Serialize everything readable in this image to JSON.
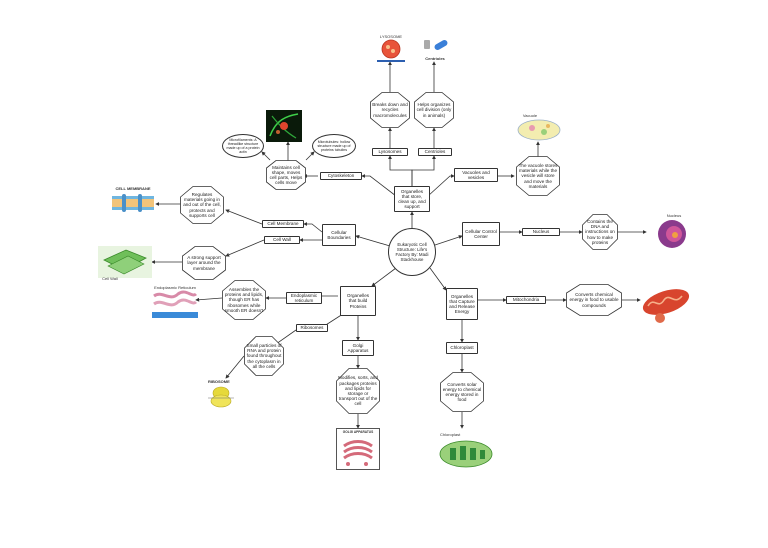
{
  "center": "Eukaryotic Cell Structure: Life's Factory By: Madi Stackhouse",
  "groups": {
    "cleanup": "Organelles that store, clean up, and support",
    "boundary": "Cellular Boundaries",
    "control": "Cellular Control Center",
    "build": "Organelles that build Proteins",
    "energy": "Organelles that Capture and Release Energy"
  },
  "organelles": {
    "lysosomes": "Lysosomes",
    "centrioles": "Centrioles",
    "cytoskeleton": "Cytoskeleton",
    "vacuoles": "Vacuoles and vesicles",
    "membrane": "Cell Membrane",
    "wall": "Cell Wall",
    "nucleus": "Nucleus",
    "er": "Endoplasmic reticulum",
    "ribosomes": "Ribosomes",
    "golgi": "Golgi Apparatus",
    "mito": "Mitochondria",
    "chloro": "Chloroplast"
  },
  "descriptions": {
    "lysosomes": "Breaks down and recycles macromolecules",
    "centrioles": "Helps organizes cell division (only in animals)",
    "cytoskeleton": "Maintains cell shape, moves cell parts, Helps cells move",
    "microfilaments": "Microfilaments: A threadlike structure made up of a protein actin",
    "microtubules": "Microtubules: hollow structure made up of proteins tubulins",
    "vacuoles": "The vacuole stores materials while the vesicle will store and move the materials",
    "membrane": "Regulates materials going in and out of the cell, protects and supports cell",
    "wall": "A strong support layer around the membrane",
    "nucleus": "Contains the DNA and instructions on how to make proteins",
    "er": "Assembles the proteins and lipids, though ER has ribosomes while smooth ER doesn't",
    "ribosomes": "Small particles of RNA and protein found throughout the cytoplasm in all the cells",
    "golgi": "Modifies, sorts, and packages proteins and lipids for storage or transport out of the cell",
    "mito": "Converts chemical energy in food to usable compounds",
    "chloro": "Converts solar energy to chemical energy stored in food"
  },
  "image_labels": {
    "lysosome": "LYSOSOME",
    "centrioles": "Centrioles",
    "membrane": "CELL MEMBRANE",
    "wall": "Cell Wall",
    "vacuole": "Vacuole",
    "nucleus": "Nucleus",
    "er": "Endoplasmic Reticulum",
    "ribosome": "RIBOSOME",
    "golgi": "GOLGI APPARATUS",
    "chloro": "Chloroplast"
  },
  "colors": {
    "line": "#333333",
    "lysosome_red": "#e8543a",
    "centriole_blue": "#3a7fd8",
    "membrane_blue": "#6fb6e0",
    "wall_green": "#6fbf5a",
    "nucleus_purple": "#8a3a8c",
    "mito_red": "#d8452e",
    "chloro_green": "#4aa84a",
    "golgi_pink": "#d46a7a",
    "ribosome_yellow": "#e6d93a"
  }
}
